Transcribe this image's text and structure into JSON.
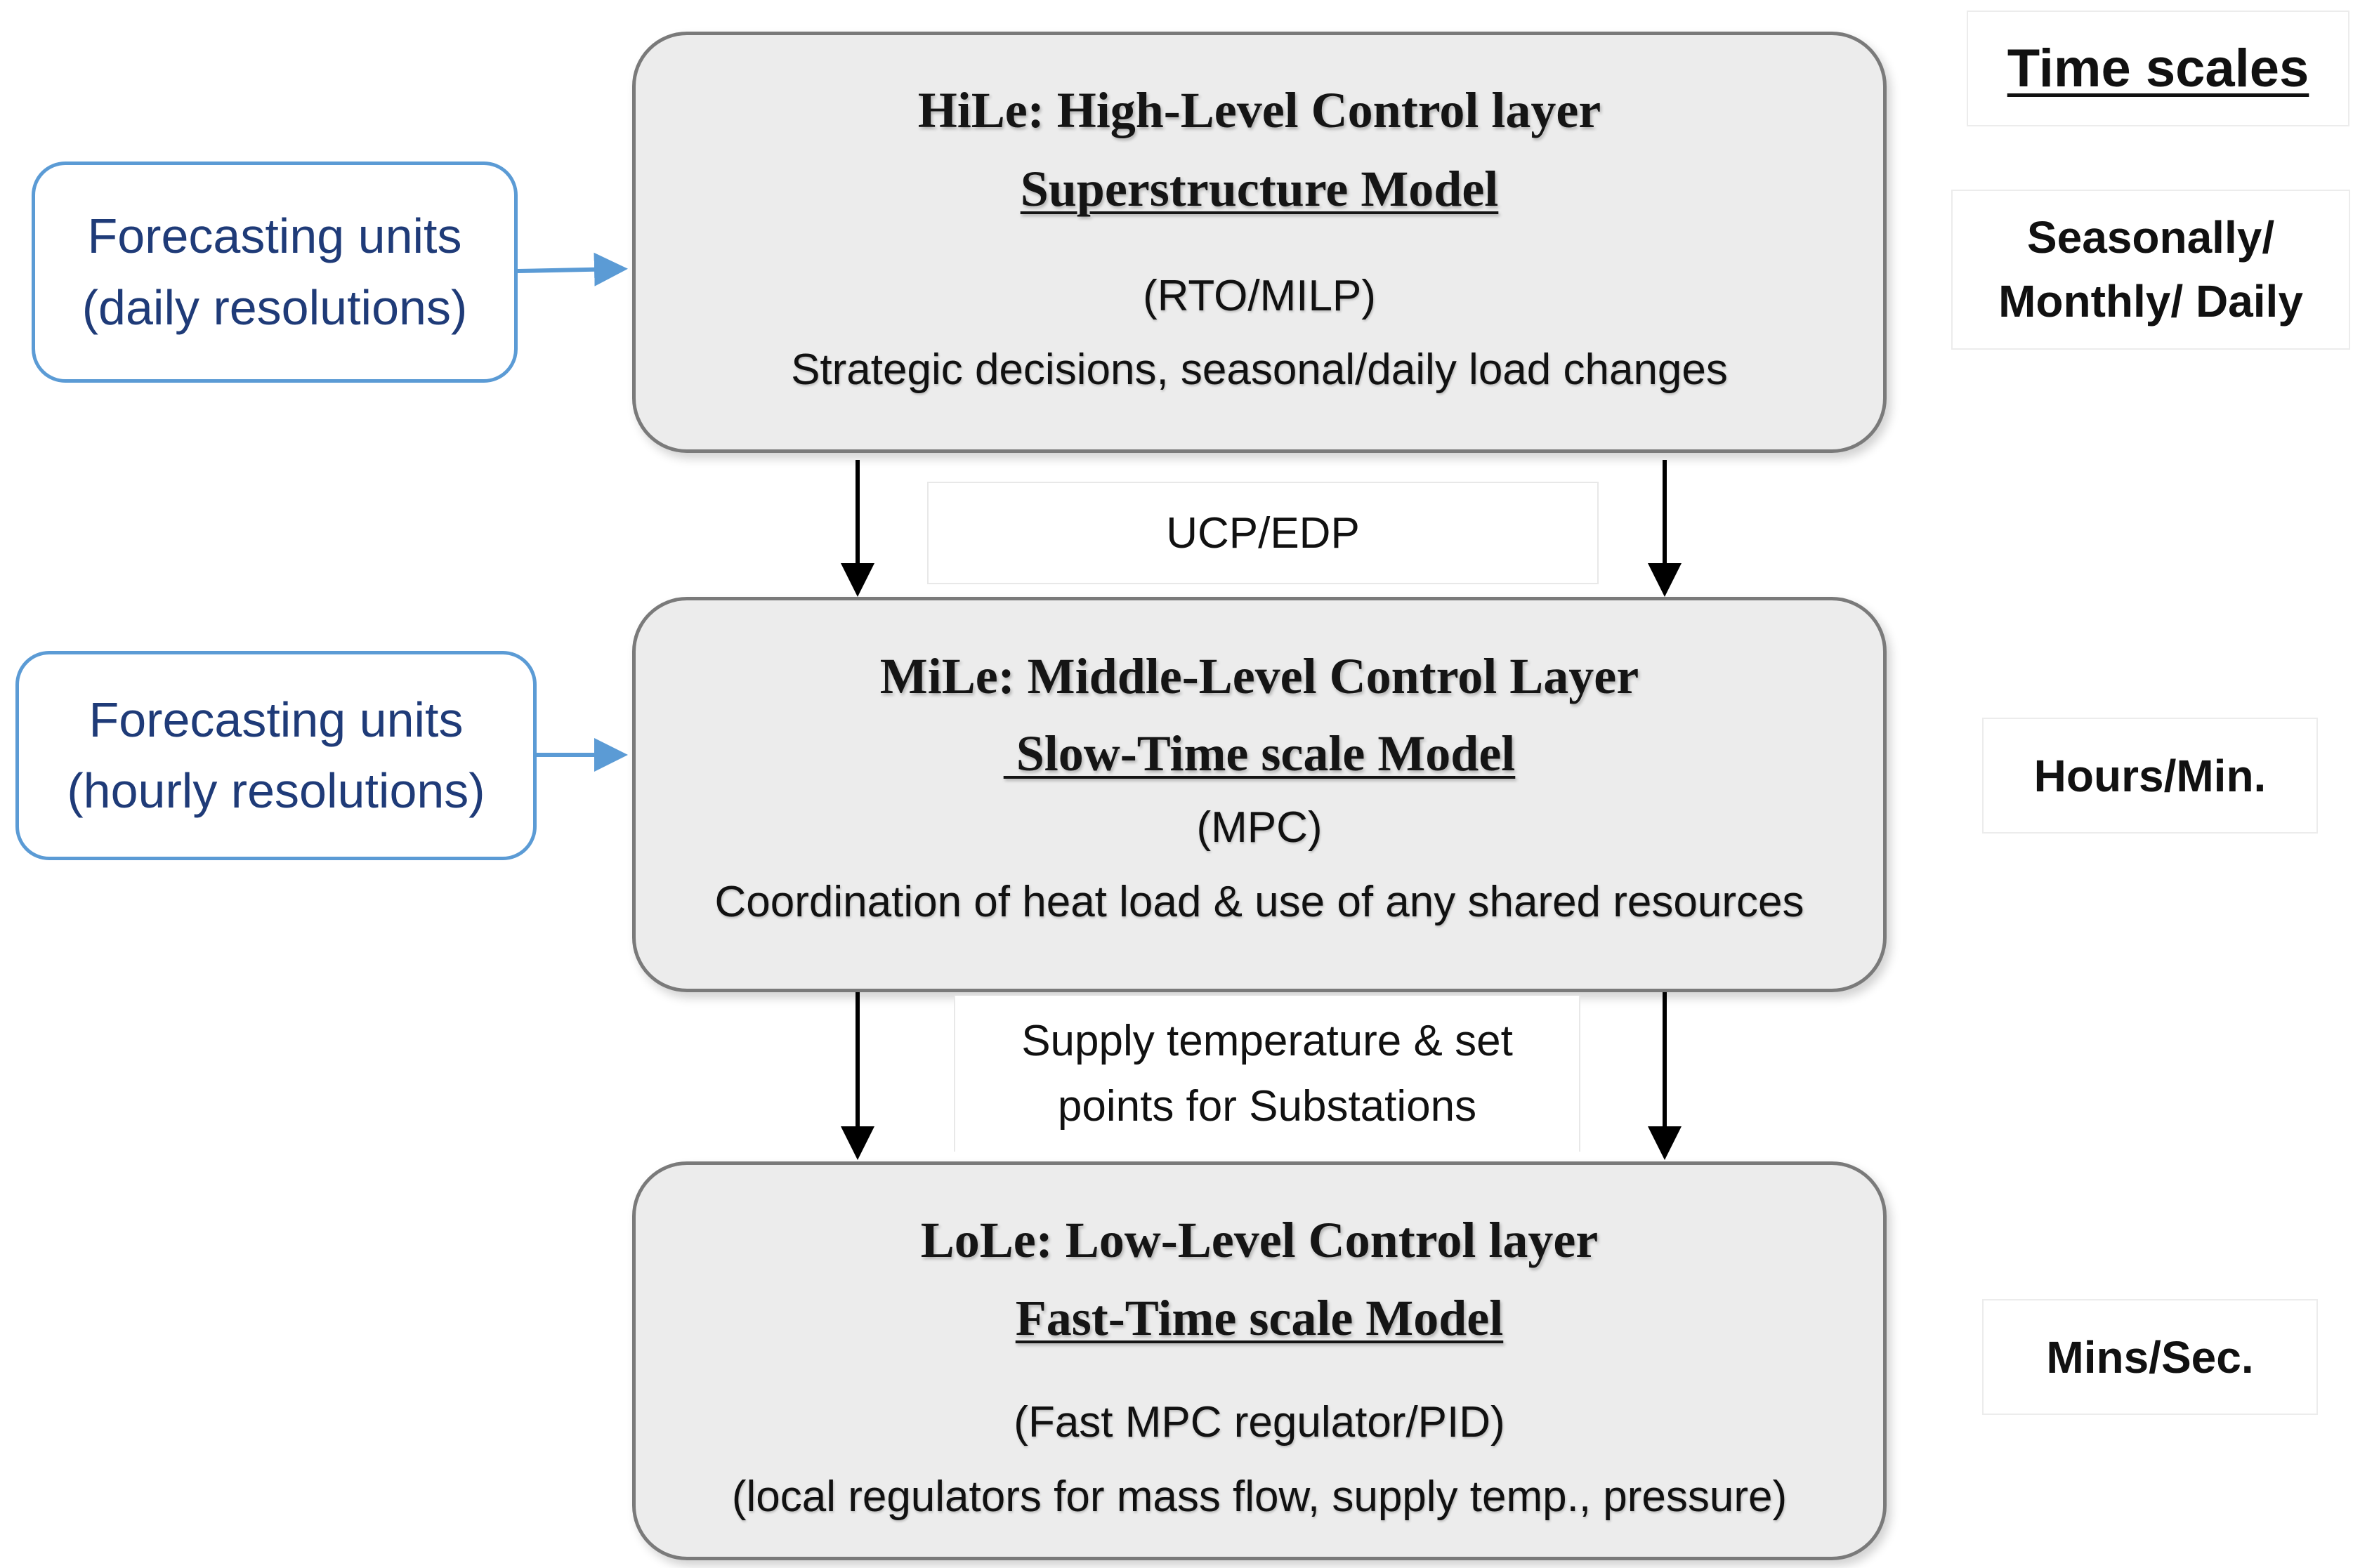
{
  "time_scales": {
    "header": "Time scales",
    "hile_line1": "Seasonally/",
    "hile_line2": "Monthly/ Daily",
    "mile": "Hours/Min.",
    "lole": "Mins/Sec."
  },
  "forecast": {
    "daily_line1": "Forecasting units",
    "daily_line2": "(daily resolutions)",
    "hourly_line1": "Forecasting units",
    "hourly_line2": "(hourly resolutions)"
  },
  "layers": {
    "hile": {
      "title": "HiLe: High-Level Control layer",
      "model": "Superstructure Model",
      "method": "(RTO/MILP)",
      "description": "Strategic decisions, seasonal/daily load changes"
    },
    "mile": {
      "title": "MiLe: Middle-Level Control Layer",
      "model": " Slow-Time scale Model",
      "method": "(MPC)",
      "description": "Coordination of heat load & use of any shared resources"
    },
    "lole": {
      "title": "LoLe: Low-Level Control layer",
      "model": "Fast-Time scale Model",
      "method": "(Fast MPC regulator/PID)",
      "description": "(local regulators for mass flow, supply temp., pressure)"
    }
  },
  "connectors": {
    "hile_to_mile": "UCP/EDP",
    "mile_to_lole_line1": "Supply temperature & set",
    "mile_to_lole_line2": "points for Substations"
  },
  "colors": {
    "forecast_border": "#5b9bd5",
    "forecast_text": "#1f3b78",
    "layer_fill": "#ececec",
    "layer_border": "#7a7a7a"
  }
}
